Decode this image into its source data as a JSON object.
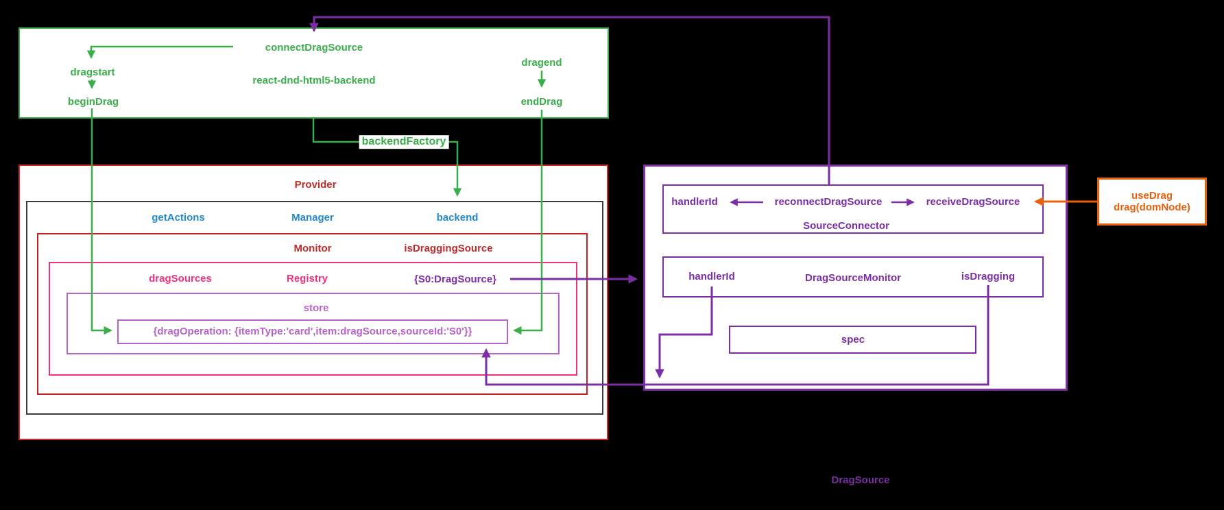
{
  "palette": {
    "green": "#3aae4b",
    "blue": "#2389cf",
    "red": "#cf2828",
    "dark_red": "#bf2a2a",
    "pink": "#f1307d",
    "orchid": "#b763c9",
    "purple": "#7c2ea4",
    "orange": "#e8600c",
    "background": "#000000",
    "box_fill": "#ffffff"
  },
  "backend_box": {
    "connect_drag_source": "connectDragSource",
    "title": "react-dnd-html5-backend",
    "dragstart": "dragstart",
    "begin_drag": "beginDrag",
    "dragend": "dragend",
    "end_drag": "endDrag"
  },
  "backend_factory_label": "backendFactory",
  "provider_box": {
    "title": "Provider",
    "manager_box": {
      "get_actions": "getActions",
      "title": "Manager",
      "backend": "backend",
      "monitor_box": {
        "title": "Monitor",
        "is_dragging_source": "isDraggingSource",
        "registry_box": {
          "drag_sources": "dragSources",
          "title": "Registry",
          "s0_drag_source": "{S0:DragSource}",
          "store_box": {
            "title": "store",
            "drag_operation": "{dragOperation:  {itemType:'card',item:dragSource,sourceId:'S0'}}"
          }
        }
      }
    }
  },
  "drag_source": {
    "title": "DragSource",
    "source_connector_box": {
      "handler_id": "handlerId",
      "reconnect_drag_source": "reconnectDragSource",
      "receive_drag_source": "receiveDragSource",
      "title": "SourceConnector"
    },
    "drag_source_monitor_box": {
      "handler_id": "handlerId",
      "title": "DragSourceMonitor",
      "is_dragging": "isDragging",
      "spec_box": {
        "title": "spec"
      }
    }
  },
  "use_drag_box": {
    "line1": "useDrag",
    "line2": "drag(domNode)"
  }
}
